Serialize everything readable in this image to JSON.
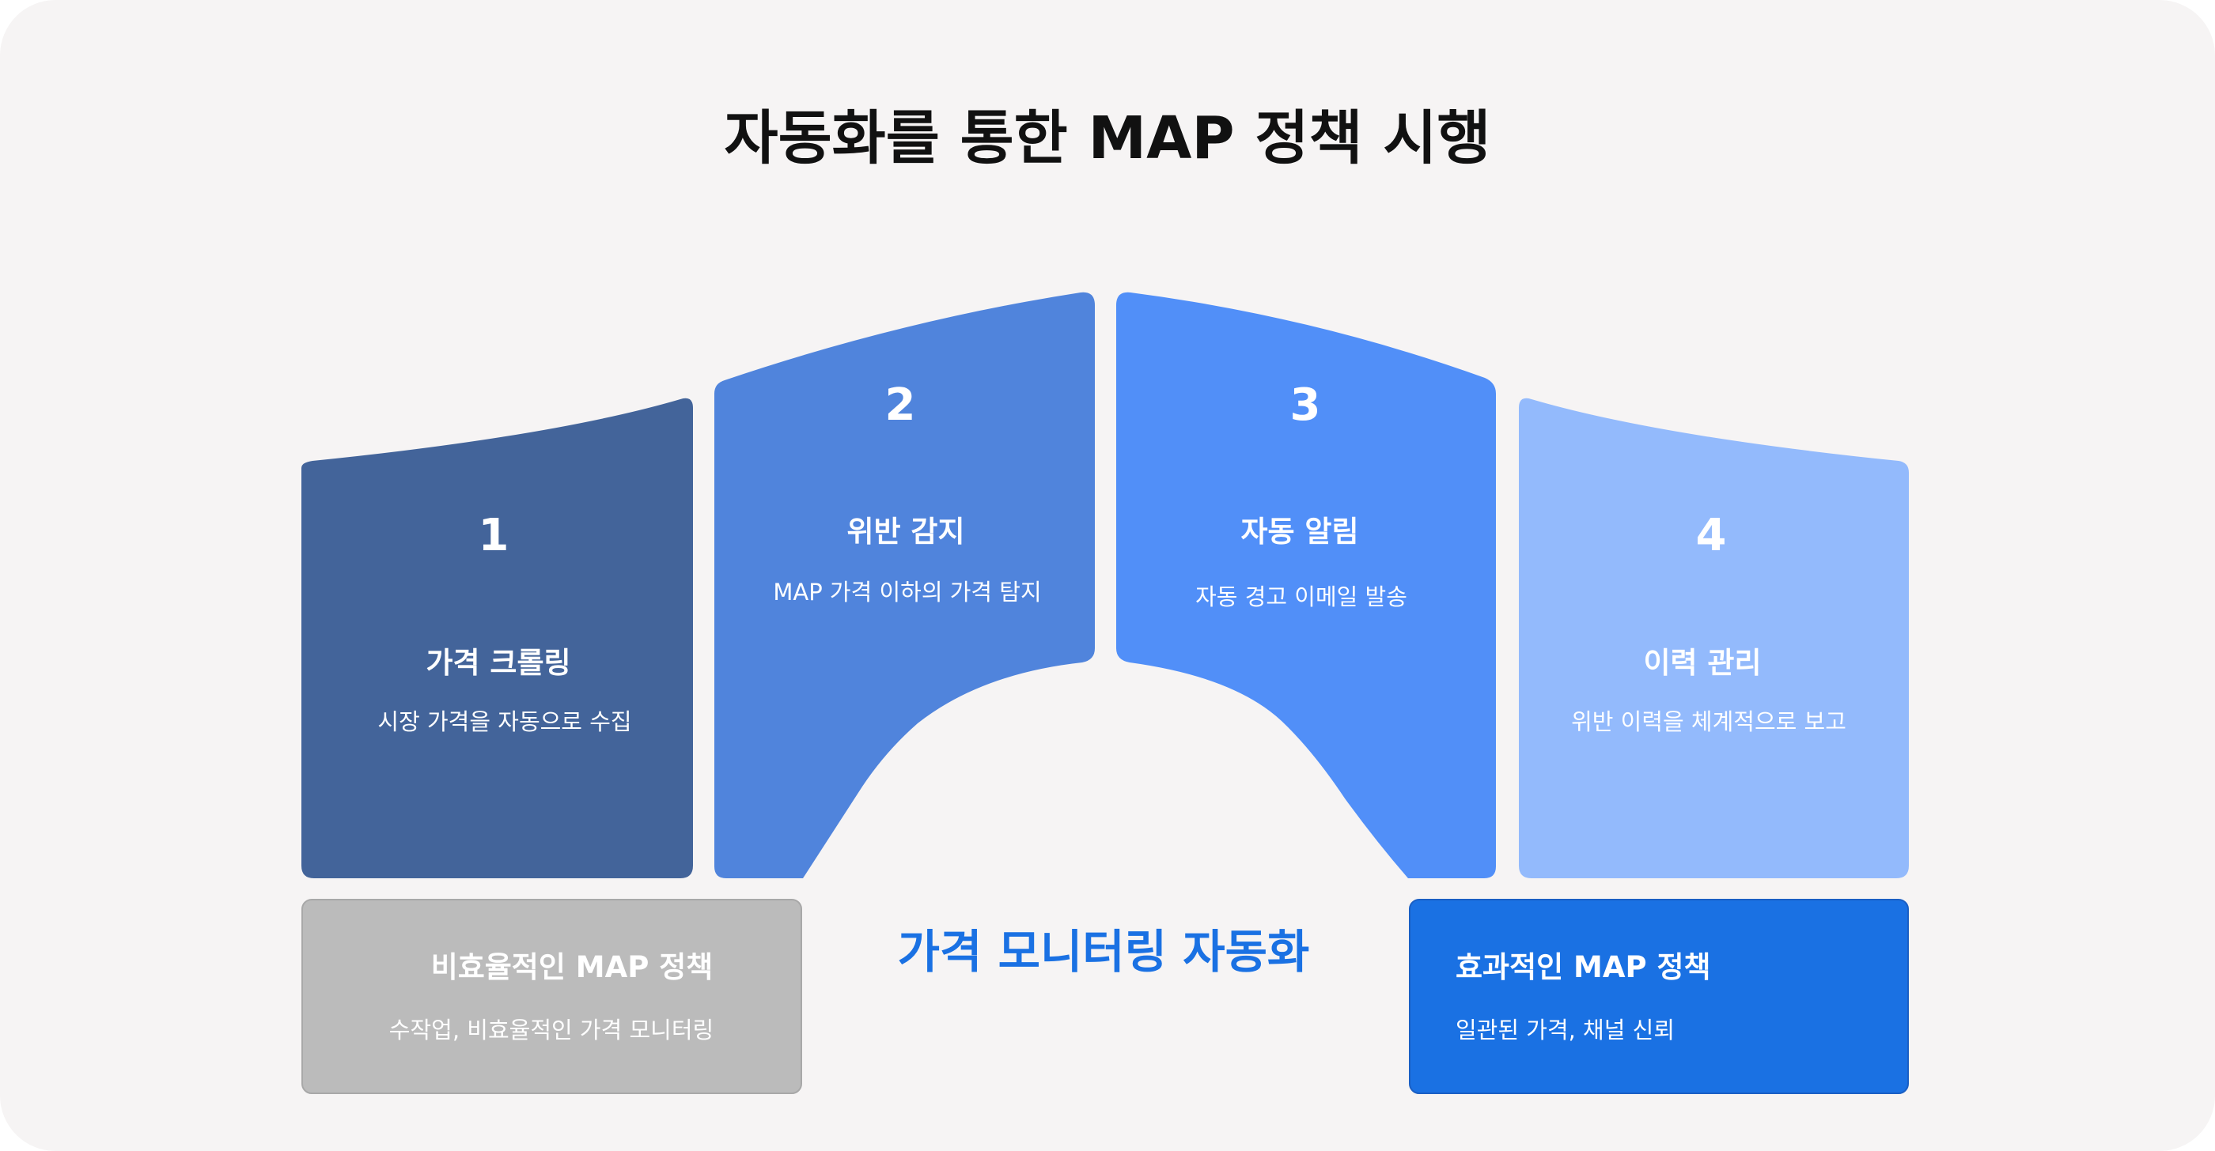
{
  "title": "자동화를 통한 MAP 정책 시행",
  "center_label": "가격 모니터링 자동화",
  "steps": [
    {
      "number": "1",
      "heading": "가격 크롤링",
      "description": "시장 가격을 자동으로 수집"
    },
    {
      "number": "2",
      "heading": "위반 감지",
      "description": "MAP 가격 이하의 가격 탐지"
    },
    {
      "number": "3",
      "heading": "자동 알림",
      "description": "자동 경고 이메일 발송"
    },
    {
      "number": "4",
      "heading": "이력 관리",
      "description": "위반 이력을 체계적으로 보고"
    }
  ],
  "before": {
    "heading": "비효율적인 MAP 정책",
    "description": "수작업, 비효율적인 가격 모니터링"
  },
  "after": {
    "heading": "효과적인 MAP 정책",
    "description": "일관된 가격, 채널 신뢰"
  },
  "colors": {
    "background": "#f6f4f4",
    "step1": "#43649a",
    "step2": "#5084dc",
    "step3": "#518ff8",
    "step4": "#93bafc",
    "before": "#bbbbbb",
    "after": "#1a71e3",
    "center_label": "#1a71e3"
  }
}
